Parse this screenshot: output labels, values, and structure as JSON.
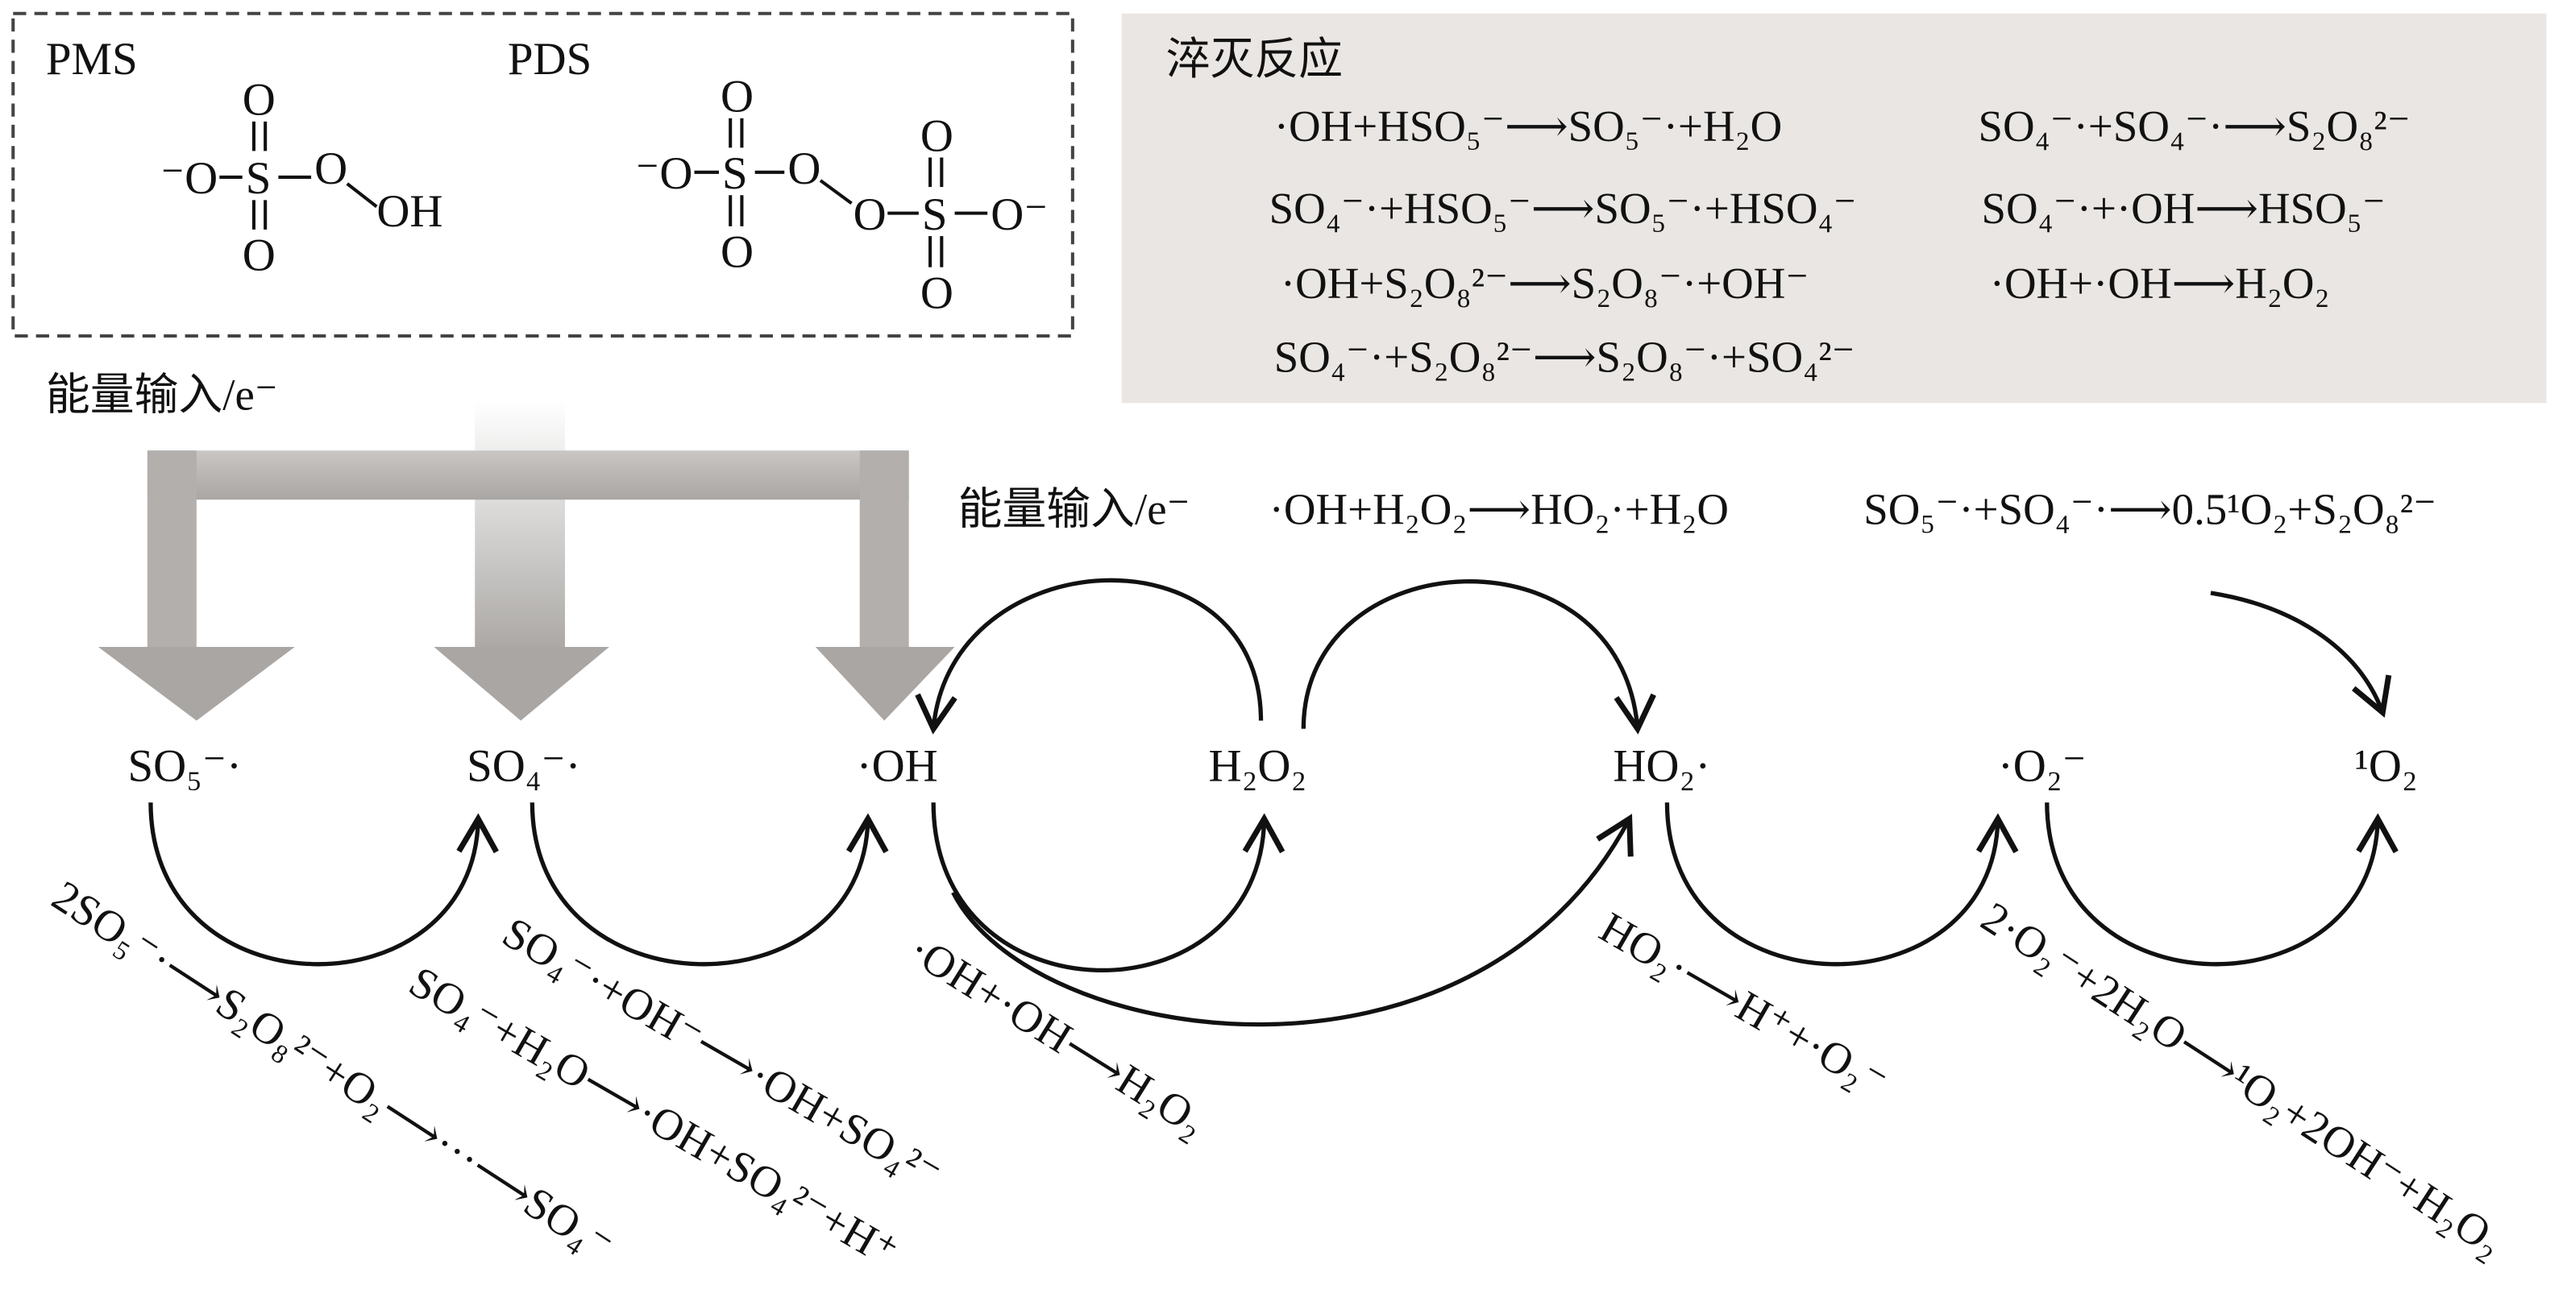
{
  "structures": {
    "pms_label": "PMS",
    "pds_label": "PDS",
    "pms_atoms": {
      "o_minus": "⁻O",
      "s": "S",
      "o_top": "O",
      "o_bottom": "O",
      "o_bridge": "O",
      "oh": "OH"
    },
    "pds_atoms": {
      "o_minus_left": "⁻O",
      "s1": "S",
      "s1_o_top": "O",
      "s1_o_bottom": "O",
      "o_bridge1": "O",
      "o_bridge2": "O",
      "s2": "S",
      "s2_o_top": "O",
      "s2_o_bottom": "O",
      "o_minus_right": "O⁻"
    }
  },
  "quench": {
    "title": "淬灭反应",
    "left": [
      "·OH+HSO₅⁻⟶SO₅⁻·+H₂O",
      "SO₄⁻·+HSO₅⁻⟶SO₅⁻·+HSO₄⁻",
      "·OH+S₂O₈²⁻⟶S₂O₈⁻·+OH⁻",
      "SO₄⁻·+S₂O₈²⁻⟶S₂O₈⁻·+SO₄²⁻"
    ],
    "right": [
      "SO₄⁻·+SO₄⁻·⟶S₂O₈²⁻",
      "SO₄⁻·+·OH⟶HSO₅⁻",
      "·OH+·OH⟶H₂O₂"
    ]
  },
  "energy_input_left": "能量输入/e⁻",
  "energy_input_mid": "能量输入/e⁻",
  "top_reactions": [
    "·OH+H₂O₂⟶HO₂·+H₂O",
    "SO₅⁻·+SO₄⁻·⟶0.5¹O₂+S₂O₈²⁻"
  ],
  "species": [
    "SO₅⁻·",
    "SO₄⁻·",
    "·OH",
    "H₂O₂",
    "HO₂·",
    "·O₂⁻",
    "¹O₂"
  ],
  "diagonal_reactions": [
    "2SO₅⁻·⟶S₂O₈²⁻+O₂⟶···⟶SO₄⁻",
    "SO₄⁻·+OH⁻⟶·OH+SO₄²⁻",
    "SO₄⁻+H₂O⟶·OH+SO₄²⁻+H⁺",
    "·OH+·OH⟶H₂O₂",
    "HO₂·⟶H⁺+·O₂⁻",
    "2·O₂⁻+2H₂O⟶¹O₂+2OH⁻+H₂O₂"
  ],
  "colors": {
    "quench_bg": "#e9e6e3",
    "arrow_gray": "#a9a6a3",
    "ink": "#111111"
  }
}
